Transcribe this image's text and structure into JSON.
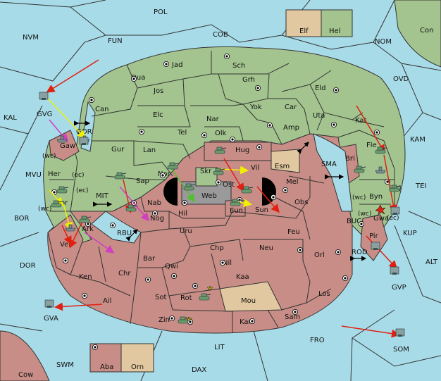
{
  "colors": {
    "sea": "#a8dbe8",
    "green": "#a3c48f",
    "red": "#c78d86",
    "tan": "#e2c8a0",
    "grey": "#9a9a9a",
    "border": "#333333",
    "move_red": "#e02010",
    "move_yellow": "#f0f000",
    "move_green": "#50c030",
    "move_magenta": "#d040c0",
    "unit": "#6a8a7a"
  },
  "seas": {
    "pol": "POL",
    "nvm": "NVM",
    "fun": "FUN",
    "cob": "COB",
    "nom": "NOM",
    "con": "Con",
    "ovd": "OVD",
    "kal": "KAL",
    "kam": "KAM",
    "mvu": "MVU",
    "tei": "TEI",
    "bor": "BOR",
    "kup": "KUP",
    "dor": "DOR",
    "alt": "ALT",
    "fro": "FRO",
    "swm": "SWM",
    "lit": "LIT",
    "dax": "DAX",
    "cow": "Cow",
    "gor": "GOR",
    "mit": "MIT",
    "rbu": "RBU",
    "sma": "SMA",
    "buc": "BUC",
    "rod": "ROD",
    "gvg": "GVG",
    "gva": "GVA",
    "gvp": "GVP",
    "som": "SOM",
    "elf": "Elf",
    "hel": "Hel",
    "aba": "Aba",
    "orn": "Orn"
  },
  "lands": {
    "jad": "Jad",
    "sch": "Sch",
    "qua": "Qua",
    "jos": "Jos",
    "grh": "Grh",
    "can": "Can",
    "eld": "Eld",
    "yok": "Yok",
    "car": "Car",
    "elc": "Elc",
    "nar": "Nar",
    "uta": "Uta",
    "tel": "Tel",
    "olk": "Olk",
    "amp": "Amp",
    "kat": "Kat",
    "gur": "Gur",
    "lan": "Lan",
    "gaw": "Gaw",
    "hug": "Hug",
    "fle": "Fle",
    "esm": "Esm",
    "bri": "Bri",
    "skr": "Skr",
    "vil": "Vil",
    "nor": "Nor",
    "her": "Her",
    "web": "Web",
    "ost": "Ost",
    "mel": "Mel",
    "sap": "Sap",
    "byn": "Byn",
    "kor": "Kor",
    "nab": "Nab",
    "hil": "Hil",
    "eun": "Eun",
    "sun": "Sun",
    "obs": "Obs",
    "gwa": "Gwa",
    "ark": "Ark",
    "nog": "Nog",
    "pir": "Pir",
    "uru": "Uru",
    "feu": "Feu",
    "vel": "Vel",
    "chp": "Chp",
    "neu": "Neu",
    "orl": "Orl",
    "bar": "Bar",
    "qwi": "Qwi",
    "nil": "Nil",
    "chr": "Chr",
    "ken": "Ken",
    "kaa": "Kaa",
    "los": "Los",
    "ail": "Ail",
    "sot": "Sot",
    "rot": "Rot",
    "mou": "Mou",
    "sam": "Sam",
    "zin": "Zin",
    "kar": "Kar"
  },
  "coasts": {
    "wc": "(wc)",
    "ec": "(ec)"
  }
}
